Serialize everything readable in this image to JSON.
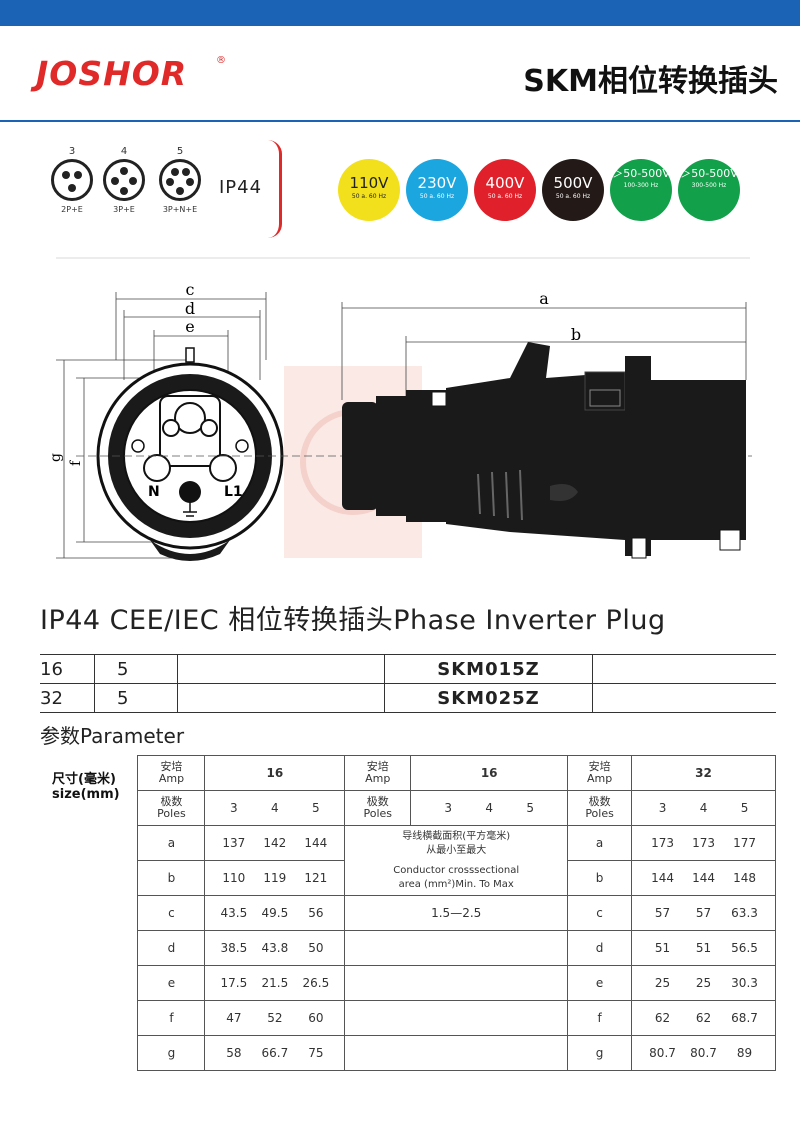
{
  "header": {
    "brand": "JOSHOR",
    "brand_mark": "®",
    "title": "SKM相位转换插头"
  },
  "pole_configs": [
    {
      "poles": "3",
      "label": "2P+E"
    },
    {
      "poles": "4",
      "label": "3P+E"
    },
    {
      "poles": "5",
      "label": "3P+N+E"
    }
  ],
  "protection": "IP44",
  "voltages": [
    {
      "voltage": "110V",
      "freq": "50 a. 60 Hz",
      "color": "#f2e01d",
      "text_color": "#222222"
    },
    {
      "voltage": "230V",
      "freq": "50 a. 60 Hz",
      "color": "#1ba6e0",
      "text_color": "#ffffff"
    },
    {
      "voltage": "400V",
      "freq": "50 a. 60 Hz",
      "color": "#e0202a",
      "text_color": "#ffffff"
    },
    {
      "voltage": "500V",
      "freq": "50 a. 60 Hz",
      "color": "#231a17",
      "text_color": "#ffffff"
    },
    {
      "voltage": "＞50-500V",
      "freq": "100-300 Hz",
      "color": "#12a04a",
      "text_color": "#ffffff"
    },
    {
      "voltage": "＞50-500V",
      "freq": "300-500 Hz",
      "color": "#12a04a",
      "text_color": "#ffffff"
    }
  ],
  "drawing_labels": {
    "c": "c",
    "d": "d",
    "e": "e",
    "f": "f",
    "g": "g",
    "a": "a",
    "b": "b",
    "n": "N",
    "l1": "L1"
  },
  "section_title": "IP44 CEE/IEC 相位转换插头Phase Inverter Plug",
  "models": [
    {
      "amp": "16",
      "poles": "5",
      "code": "SKM015Z"
    },
    {
      "amp": "32",
      "poles": "5",
      "code": "SKM025Z"
    }
  ],
  "parameter_title": "参数Parameter",
  "params": {
    "size_label": "尺寸(毫米) size(mm)",
    "amp_label": "安培 Amp",
    "poles_label": "极数 Poles",
    "groups": [
      {
        "amp": "16",
        "poles": [
          "3",
          "4",
          "5"
        ]
      },
      {
        "amp": "16",
        "poles": [
          "3",
          "4",
          "5"
        ]
      },
      {
        "amp": "32",
        "poles": [
          "3",
          "4",
          "5"
        ]
      }
    ],
    "conductor_cn": "导线横截面积(平方毫米)\n从最小至最大",
    "conductor_en": "Conductor crosssectional area (mm²)Min. To Max",
    "conductor_range": "1.5—2.5",
    "rows": [
      {
        "dim": "a",
        "g1": [
          "137",
          "142",
          "144"
        ],
        "g3": [
          "173",
          "173",
          "177"
        ]
      },
      {
        "dim": "b",
        "g1": [
          "110",
          "119",
          "121"
        ],
        "g3": [
          "144",
          "144",
          "148"
        ]
      },
      {
        "dim": "c",
        "g1": [
          "43.5",
          "49.5",
          "56"
        ],
        "g3": [
          "57",
          "57",
          "63.3"
        ]
      },
      {
        "dim": "d",
        "g1": [
          "38.5",
          "43.8",
          "50"
        ],
        "g3": [
          "51",
          "51",
          "56.5"
        ]
      },
      {
        "dim": "e",
        "g1": [
          "17.5",
          "21.5",
          "26.5"
        ],
        "g3": [
          "25",
          "25",
          "30.3"
        ]
      },
      {
        "dim": "f",
        "g1": [
          "47",
          "52",
          "60"
        ],
        "g3": [
          "62",
          "62",
          "68.7"
        ]
      },
      {
        "dim": "g",
        "g1": [
          "58",
          "66.7",
          "75"
        ],
        "g3": [
          "80.7",
          "80.7",
          "89"
        ]
      }
    ]
  }
}
